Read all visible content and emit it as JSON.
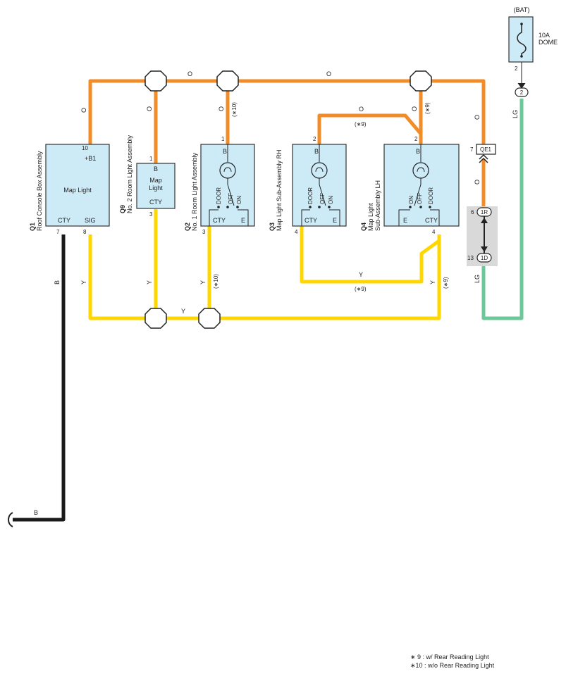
{
  "power": {
    "source": "(BAT)",
    "fuse_rating": "10A",
    "fuse_name": "DOME",
    "fuse_pin": "2",
    "connector_pin": "2"
  },
  "components": {
    "q1": {
      "code": "Q1",
      "name": "Roof Console Box Assembly",
      "label": "Map Light",
      "pin_b1": "+B1",
      "pin_b1_num": "10",
      "pin_cty": "CTY",
      "pin_cty_num": "7",
      "pin_sig": "SIG",
      "pin_sig_num": "8"
    },
    "q9": {
      "code": "Q9",
      "name": "No. 2 Room Light Assembly",
      "label_line1": "Map",
      "label_line2": "Light",
      "pin_b": "B",
      "pin_b_num": "1",
      "pin_cty": "CTY",
      "pin_cty_num": "3"
    },
    "q2": {
      "code": "Q2",
      "name": "No. 1 Room Light Assembly",
      "pin_b": "B",
      "pin_b_num": "1",
      "pin_cty": "CTY",
      "pin_cty_num": "3",
      "pin_e": "E",
      "sw_door": "DOOR",
      "sw_off": "OFF",
      "sw_on": "ON"
    },
    "q3": {
      "code": "Q3",
      "name": "Map Light Sub-Assembly RH",
      "pin_b": "B",
      "pin_b_num": "2",
      "pin_cty": "CTY",
      "pin_cty_num": "4",
      "pin_e": "E",
      "sw_door": "DOOR",
      "sw_off": "OFF",
      "sw_on": "ON"
    },
    "q4": {
      "code": "Q4",
      "name_line1": "Map Light",
      "name_line2": "Sub-Assembly LH",
      "pin_b": "B",
      "pin_b_num": "2",
      "pin_cty": "CTY",
      "pin_cty_num": "4",
      "pin_e": "E",
      "sw_door": "DOOR",
      "sw_off": "OFF",
      "sw_on": "ON"
    }
  },
  "connectors": {
    "qe1": {
      "name": "QE1",
      "pin": "7"
    },
    "c1r": {
      "name": "1R",
      "pin": "6"
    },
    "c1d": {
      "name": "1D",
      "pin": "13"
    }
  },
  "wires": {
    "orange": "O",
    "yellow": "Y",
    "black": "B",
    "light_green": "LG"
  },
  "notes": {
    "n9": "(∗9)",
    "n10": "(∗10)"
  },
  "legend": [
    "∗ 9 : w/ Rear Reading Light",
    "∗10 : w/o Rear Reading Light"
  ],
  "colors": {
    "orange": "#f28c28",
    "yellow": "#ffd700",
    "black": "#1a1a1a",
    "light_green": "#6cc799",
    "box_fill": "#cdeaf7"
  }
}
